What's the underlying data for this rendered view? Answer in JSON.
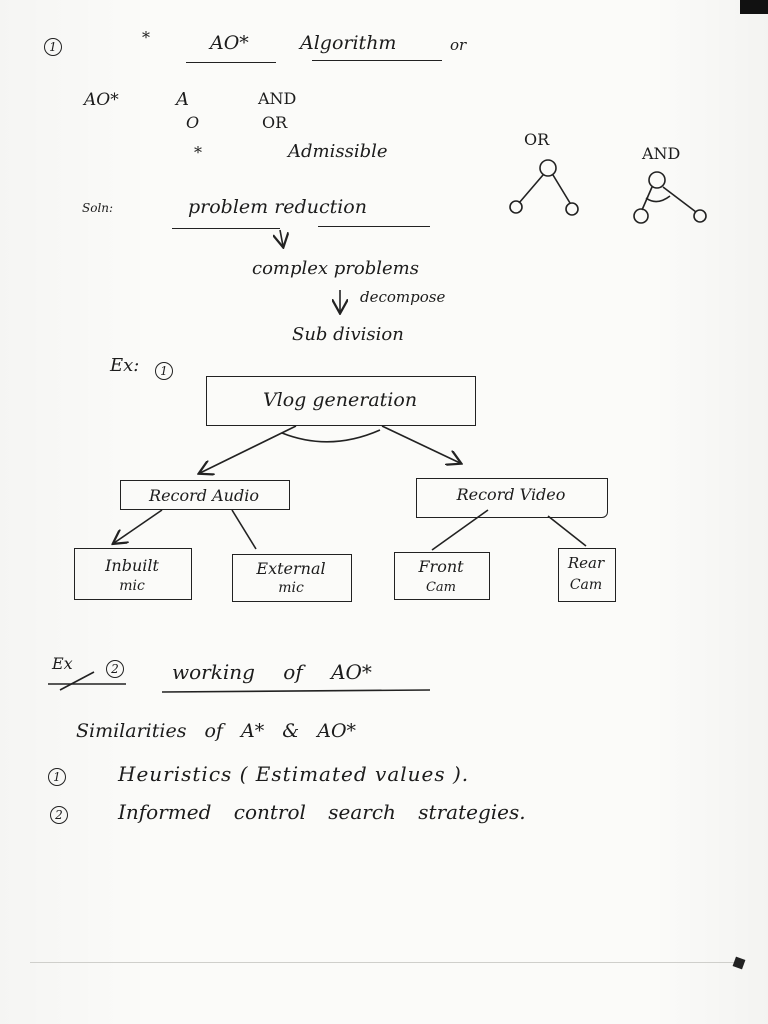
{
  "title": {
    "number": "1",
    "prefix_mark": "*",
    "name": "AO*",
    "word": "Algorithm",
    "suffix": "or"
  },
  "meaning": {
    "label": "AO*",
    "rows": [
      {
        "letter": "A",
        "meaning": "AND"
      },
      {
        "letter": "O",
        "meaning": "OR"
      },
      {
        "letter": "*",
        "meaning": "Admissible"
      }
    ]
  },
  "node_types": {
    "or_label": "OR",
    "and_label": "AND"
  },
  "problem_reduction": {
    "prefix": "Soln:",
    "title": "problem reduction",
    "step1": "complex problems",
    "arrow_label": "decompose",
    "step2": "Sub division"
  },
  "example": {
    "label": "Ex:",
    "number": "1",
    "root": "Vlog generation",
    "children": [
      {
        "label": "Record Audio",
        "children": [
          {
            "line1": "Inbuilt",
            "line2": "mic"
          },
          {
            "line1": "External",
            "line2": "mic"
          }
        ]
      },
      {
        "label": "Record Video",
        "children": [
          {
            "line1": "Front",
            "line2": "Cam"
          },
          {
            "line1": "Rear",
            "line2": "Cam"
          }
        ]
      }
    ]
  },
  "working": {
    "label": "Ex",
    "number": "2",
    "text": "working of AO*"
  },
  "similarities": {
    "title": "Similarities of A* & AO*",
    "items": [
      {
        "number": "1",
        "text": "Heuristics ( Estimated values )."
      },
      {
        "number": "2",
        "text": "Informed control search strategies."
      }
    ]
  },
  "colors": {
    "ink": "#1c1c1c",
    "paper": "#fbfbf9"
  }
}
